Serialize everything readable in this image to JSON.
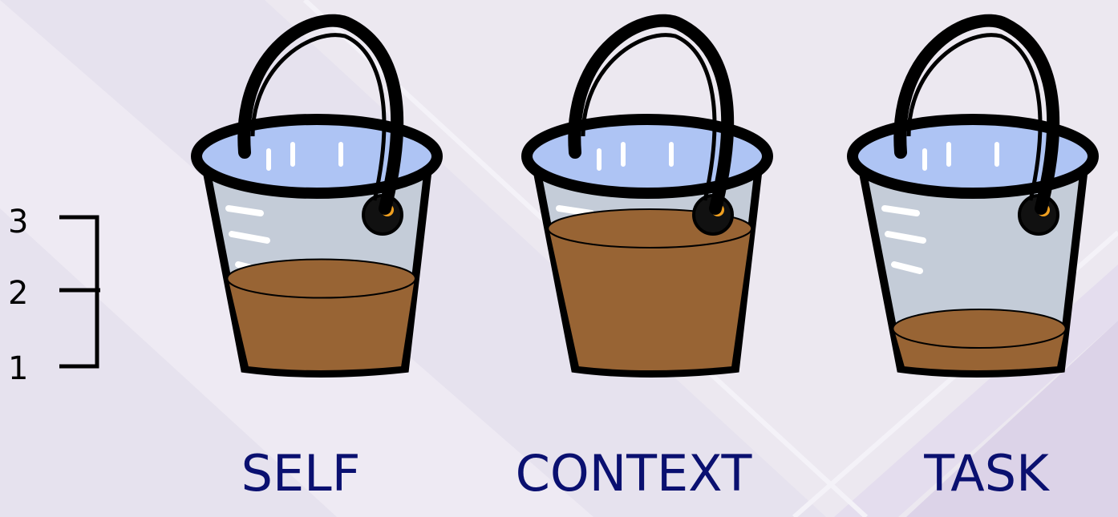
{
  "scale": {
    "ticks": [
      "3",
      "2",
      "1"
    ]
  },
  "buckets": [
    {
      "label": "SELF",
      "level": 2
    },
    {
      "label": "CONTEXT",
      "level": 3
    },
    {
      "label": "TASK",
      "level": 1
    }
  ],
  "colors": {
    "background": "#ece8f0",
    "background_accent": "#dcd3e8",
    "label_text": "#0a1070",
    "fill": "#986434",
    "water": "#aec4f4",
    "glass": "#c4ccd8",
    "outline": "#000000"
  }
}
